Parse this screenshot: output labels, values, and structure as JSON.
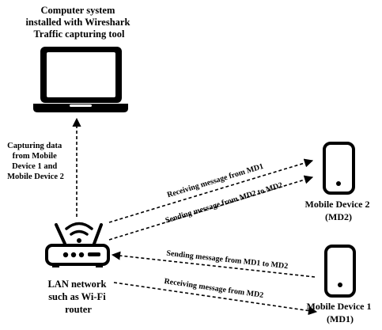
{
  "computer": {
    "title_lines": [
      "Computer system",
      "installed with Wireshark",
      "Traffic capturing tool"
    ]
  },
  "capture_note": {
    "lines": [
      "Capturing data",
      "from Mobile",
      "Device 1 and",
      "Mobile Device 2"
    ]
  },
  "router": {
    "label_lines": [
      "LAN network",
      "such as Wi-Fi",
      "router"
    ]
  },
  "md2": {
    "label_lines": [
      "Mobile Device 2",
      "(MD2)"
    ]
  },
  "md1": {
    "label_lines": [
      "Mobile Device 1",
      "(MD1)"
    ]
  },
  "messages": {
    "receive_md1": "Receiving message from MD1",
    "send_md2_to_md2": "Sending message from MD2 to MD2",
    "send_md1_to_md2": "Sending message from MD1 to MD2",
    "receive_md2": "Receiving message from MD2"
  },
  "colors": {
    "ink": "#000000",
    "background": "#ffffff"
  }
}
